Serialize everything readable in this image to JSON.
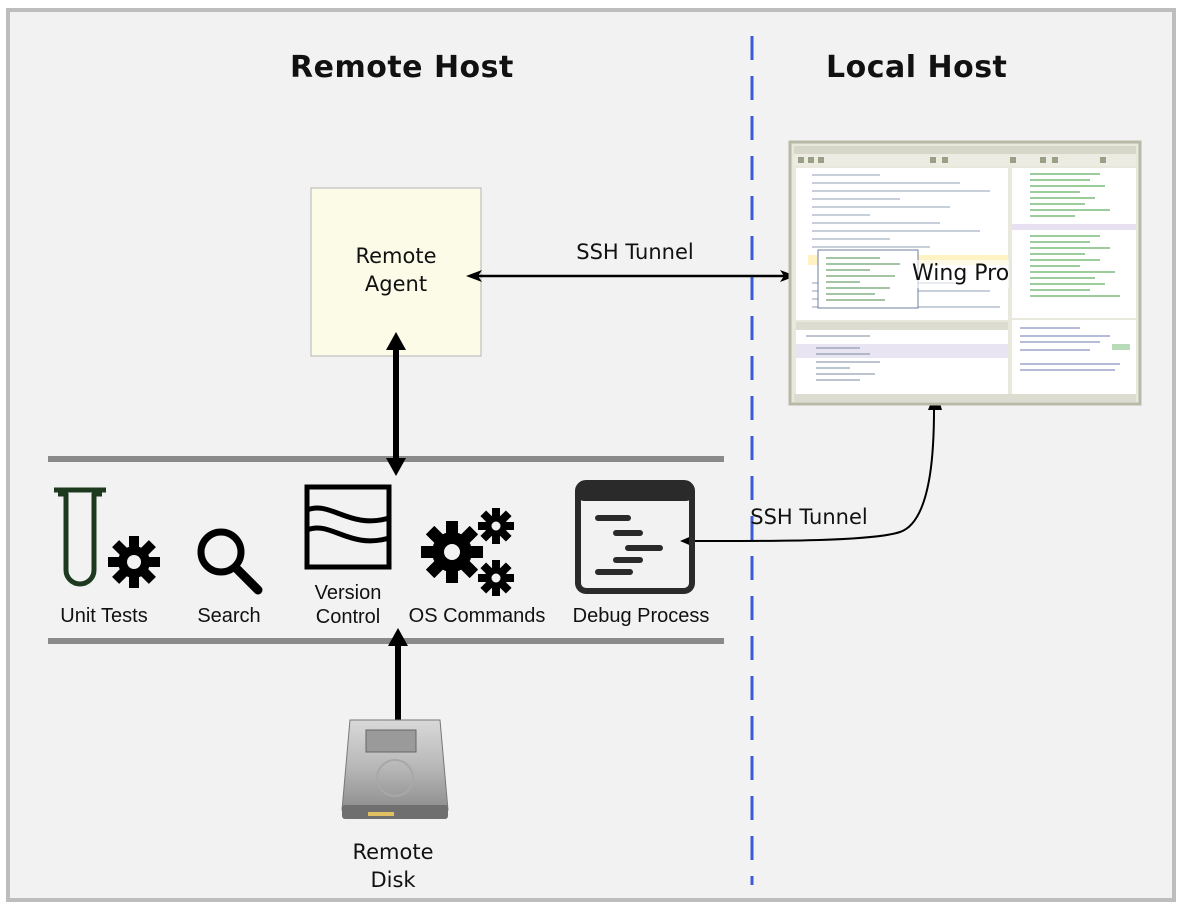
{
  "headings": {
    "remote_host": "Remote Host",
    "local_host": "Local Host"
  },
  "remote_agent": {
    "line1": "Remote",
    "line2": "Agent"
  },
  "tunnels": {
    "agent_tunnel": "SSH Tunnel",
    "debug_tunnel": "SSH Tunnel"
  },
  "ide": {
    "label": "Wing Pro"
  },
  "tools": [
    {
      "icon": "test-tube-gear-icon",
      "label": "Unit Tests"
    },
    {
      "icon": "magnifier-icon",
      "label": "Search"
    },
    {
      "icon": "version-control-icon",
      "label_line1": "Version",
      "label_line2": "Control"
    },
    {
      "icon": "gears-icon",
      "label": "OS Commands"
    },
    {
      "icon": "debug-window-icon",
      "label": "Debug Process"
    }
  ],
  "disk": {
    "icon": "hard-drive-icon",
    "line1": "Remote",
    "line2": "Disk"
  },
  "colors": {
    "background": "#f2f2f2",
    "frame": "#bdbdbd",
    "divider": "#3b5bdb",
    "agent_box": "#fbfbe8",
    "bars": "#8a8a8a",
    "test_tube": "#1e3a1e"
  }
}
